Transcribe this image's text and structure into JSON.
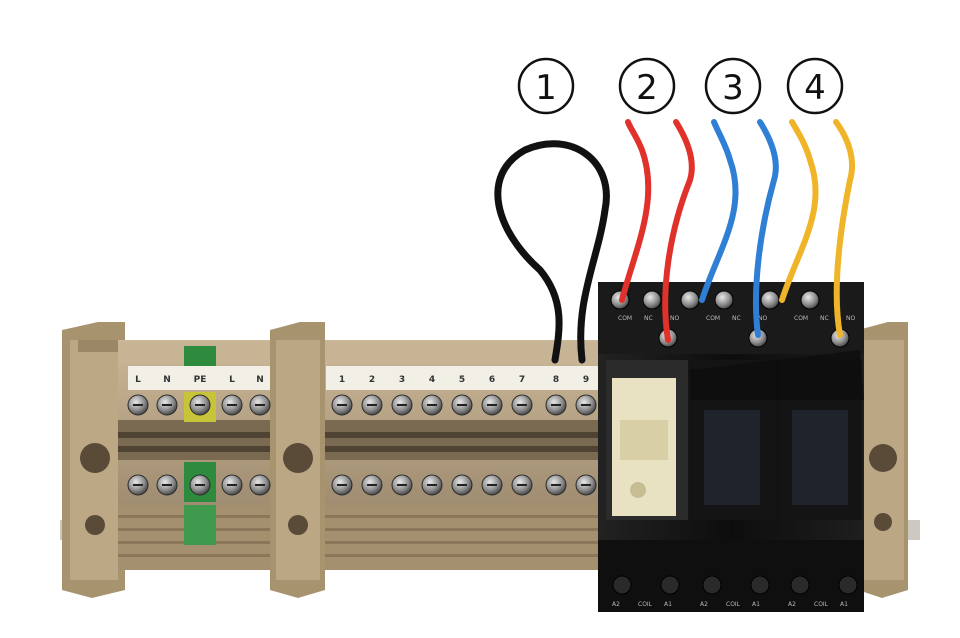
{
  "callouts": [
    {
      "label": "1"
    },
    {
      "label": "2"
    },
    {
      "label": "3"
    },
    {
      "label": "4"
    }
  ],
  "terminal_labels": [
    "L",
    "N",
    "PE",
    "L",
    "N",
    "1",
    "2",
    "3",
    "4",
    "5",
    "6",
    "7",
    "8",
    "9"
  ],
  "relay_labels": {
    "top": [
      "COM",
      "NC",
      "NO"
    ],
    "bottom": [
      "A2",
      "COIL",
      "A1"
    ]
  },
  "colors": {
    "wire_loop": "#111111",
    "wire_2": "#e0312b",
    "wire_3": "#2f7fd4",
    "wire_4": "#f0b429",
    "terminal_body": "#b8a487",
    "terminal_dark": "#7f6d55",
    "pe_green": "#2e8b3d",
    "pe_yellow": "#d7d23a",
    "relay_black": "#151515"
  }
}
